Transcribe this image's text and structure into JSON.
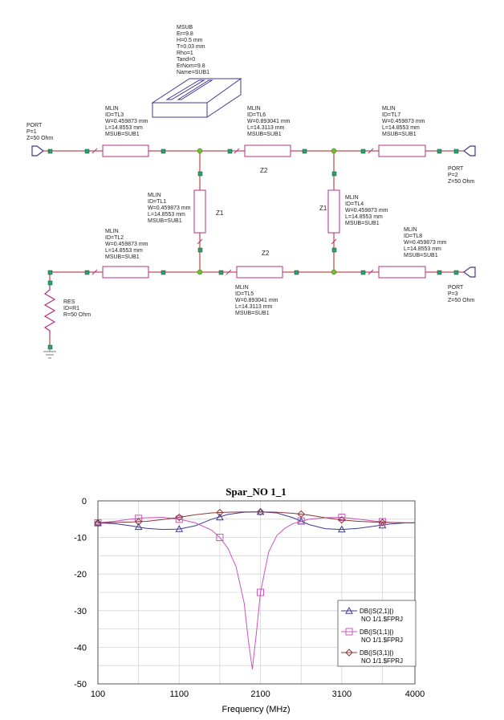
{
  "schematic": {
    "msub": {
      "lines": [
        "MSUB",
        "Er=9.8",
        "H=0.5 mm",
        "T=0.03 mm",
        "Rho=1",
        "Tand=0",
        "ErNom=9.8",
        "Name=SUB1"
      ]
    },
    "port1": {
      "lines": [
        "PORT",
        "P=1",
        "Z=50 Ohm"
      ]
    },
    "port2": {
      "lines": [
        "PORT",
        "P=2",
        "Z=50 Ohm"
      ]
    },
    "port3": {
      "lines": [
        "PORT",
        "P=3",
        "Z=50 Ohm"
      ]
    },
    "res": {
      "lines": [
        "RES",
        "ID=R1",
        "R=50 Ohm"
      ]
    },
    "tl3": {
      "lines": [
        "MLIN",
        "ID=TL3",
        "W=0.459873 mm",
        "L=14.8553 mm",
        "MSUB=SUB1"
      ]
    },
    "tl6": {
      "lines": [
        "MLIN",
        "ID=TL6",
        "W=0.893041 mm",
        "L=14.3113 mm",
        "MSUB=SUB1"
      ]
    },
    "tl7": {
      "lines": [
        "MLIN",
        "ID=TL7",
        "W=0.459873 mm",
        "L=14.8553 mm",
        "MSUB=SUB1"
      ]
    },
    "tl1": {
      "lines": [
        "MLIN",
        "ID=TL1",
        "W=0.459873 mm",
        "L=14.8553 mm",
        "MSUB=SUB1"
      ]
    },
    "tl4": {
      "lines": [
        "MLIN",
        "ID=TL4",
        "W=0.459873 mm",
        "L=14.8553 mm",
        "MSUB=SUB1"
      ]
    },
    "tl2": {
      "lines": [
        "MLIN",
        "ID=TL2",
        "W=0.459873 mm",
        "L=14.8553 mm",
        "MSUB=SUB1"
      ]
    },
    "tl5": {
      "lines": [
        "MLIN",
        "ID=TL5",
        "W=0.893041 mm",
        "L=14.3113 mm",
        "MSUB=SUB1"
      ]
    },
    "tl8": {
      "lines": [
        "MLIN",
        "ID=TL8",
        "W=0.459873 mm",
        "L=14.8553 mm",
        "MSUB=SUB1"
      ]
    },
    "z_labels": {
      "z2_top": "Z2",
      "z2_bottom": "Z2",
      "z1_left": "Z1",
      "z1_right": "Z1"
    }
  },
  "chart_data": {
    "type": "line",
    "title": "Spar_NO 1_1",
    "xlabel": "Frequency (MHz)",
    "ylabel": "",
    "xlim": [
      100,
      4000
    ],
    "ylim": [
      -50,
      0
    ],
    "xticks": [
      100,
      1100,
      2100,
      3100,
      4000
    ],
    "yticks": [
      0,
      -10,
      -20,
      -30,
      -40,
      -50
    ],
    "grid": true,
    "legend_position": "bottom-right",
    "colors": {
      "s21": "#3e3a92",
      "s11": "#cc55bb",
      "s31": "#8a3a3a"
    },
    "series": [
      {
        "key": "s21",
        "name": "DB(|S(2,1)|)",
        "name2": "NO 1/1.$FPRJ",
        "marker": "triangle",
        "x": [
          100,
          300,
          500,
          700,
          900,
          1100,
          1300,
          1500,
          1700,
          1900,
          2100,
          2300,
          2500,
          2700,
          2900,
          3100,
          3300,
          3500,
          3700,
          3900,
          4000
        ],
        "y": [
          -6.0,
          -6.2,
          -6.8,
          -7.5,
          -7.8,
          -7.7,
          -6.8,
          -5.0,
          -3.7,
          -3.1,
          -3.0,
          -3.3,
          -4.6,
          -6.5,
          -7.6,
          -7.8,
          -7.5,
          -6.9,
          -6.3,
          -6.0,
          -6.0
        ],
        "markers_x": [
          100,
          600,
          1100,
          1600,
          2100,
          2600,
          3100,
          3600
        ],
        "markers_y": [
          -6.0,
          -7.1,
          -7.7,
          -4.5,
          -3.0,
          -5.6,
          -7.8,
          -6.7
        ]
      },
      {
        "key": "s11",
        "name": "DB(|S(1,1)|)",
        "name2": "NO 1/1.$FPRJ",
        "marker": "square",
        "x": [
          100,
          300,
          500,
          700,
          900,
          1100,
          1300,
          1500,
          1600,
          1700,
          1800,
          1900,
          1950,
          2000,
          2050,
          2100,
          2200,
          2300,
          2400,
          2500,
          2700,
          2900,
          3100,
          3300,
          3500,
          3700,
          3900,
          4000
        ],
        "y": [
          -6.0,
          -5.6,
          -5.0,
          -4.6,
          -4.5,
          -5.0,
          -6.0,
          -8.0,
          -10.0,
          -13.0,
          -18.0,
          -28.0,
          -38.0,
          -46.0,
          -36.0,
          -25.0,
          -14.0,
          -9.5,
          -7.5,
          -6.2,
          -5.0,
          -4.6,
          -4.5,
          -5.0,
          -5.5,
          -5.9,
          -6.0,
          -6.0
        ],
        "markers_x": [
          100,
          600,
          1100,
          1600,
          2100,
          2600,
          3100,
          3600
        ],
        "markers_y": [
          -6.0,
          -4.8,
          -5.0,
          -10.0,
          -25.0,
          -5.5,
          -4.5,
          -5.7
        ]
      },
      {
        "key": "s31",
        "name": "DB(|S(3,1)|)",
        "name2": "NO 1/1.$FPRJ",
        "marker": "diamond",
        "x": [
          100,
          300,
          500,
          700,
          900,
          1100,
          1300,
          1500,
          1700,
          1900,
          2100,
          2300,
          2500,
          2700,
          2900,
          3100,
          3300,
          3500,
          3700,
          3900,
          4000
        ],
        "y": [
          -6.0,
          -5.9,
          -5.8,
          -5.6,
          -5.1,
          -4.5,
          -3.8,
          -3.3,
          -3.1,
          -3.0,
          -3.0,
          -3.1,
          -3.4,
          -3.9,
          -4.6,
          -5.2,
          -5.6,
          -5.8,
          -5.9,
          -6.0,
          -6.0
        ],
        "markers_x": [
          100,
          600,
          1100,
          1600,
          2100,
          2600,
          3100,
          3600
        ],
        "markers_y": [
          -6.0,
          -5.7,
          -4.5,
          -3.2,
          -3.0,
          -3.6,
          -5.2,
          -5.9
        ]
      }
    ]
  }
}
